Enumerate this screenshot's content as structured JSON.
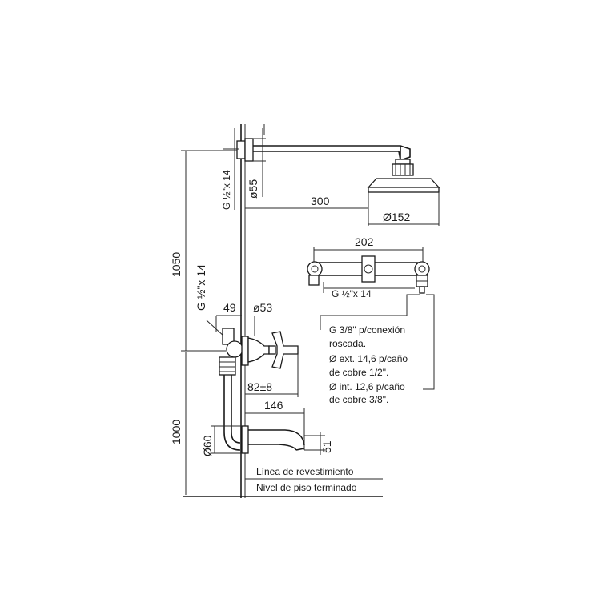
{
  "dimensions": {
    "total_height": "1050",
    "lower_height": "1000",
    "arm_length": "300",
    "head_diameter": "Ø152",
    "flange_diameter": "ø55",
    "valve_diameter": "ø53",
    "handle_offset": "49",
    "handle_depth": "82±8",
    "spout_length": "146",
    "spout_drop": "51",
    "spout_flange": "Ø60",
    "thread_top": "G ½\"x 14",
    "thread_side": "G ½\"x 14",
    "connector_width": "202"
  },
  "connector": {
    "thread_label": "G ½\"x 14",
    "notes": [
      "G 3/8\" p/conexión",
      "roscada.",
      "Ø ext. 14,6 p/caño",
      "de cobre 1/2\".",
      "Ø int. 12,6 p/caño",
      "de cobre 3/8\"."
    ]
  },
  "labels": {
    "cladding_line": "Línea de revestimiento",
    "finished_floor": "Nivel de piso terminado"
  }
}
